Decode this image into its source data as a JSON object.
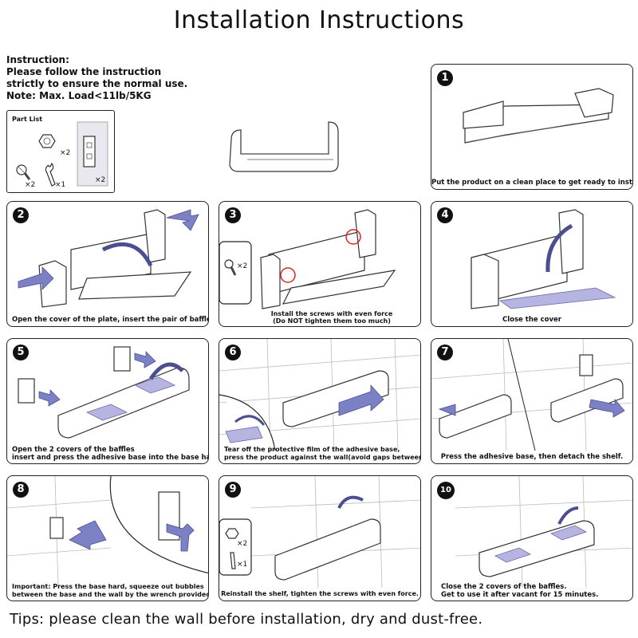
{
  "title": "Installation Instructions",
  "intro": {
    "line1": "Instruction:",
    "line2": "Please follow the instruction",
    "line3": "strictly to ensure the normal use.",
    "line4": "Note: Max. Load<11lb/5KG"
  },
  "parts": {
    "label": "Part List",
    "nut_qty": "×2",
    "screw_qty": "×2",
    "wrench_qty": "×1",
    "plate_qty": "×2"
  },
  "steps": [
    {
      "num": "1",
      "caption": "Put the product on a clean place to get ready to install"
    },
    {
      "num": "2",
      "caption": "Open the cover of the plate, insert the pair of baffles"
    },
    {
      "num": "3",
      "caption_line1": "Install the screws with even force",
      "caption_line2": "(Do NOT tighten them too much)",
      "screw_qty": "×2"
    },
    {
      "num": "4",
      "caption": "Close the cover"
    },
    {
      "num": "5",
      "caption_line1": "Open the 2 covers of the baffles",
      "caption_line2": "insert and press the adhesive base into the base hard"
    },
    {
      "num": "6",
      "caption_line1": "Tear off the protective film of the adhesive base,",
      "caption_line2": "press the product against the wall(avoid gaps between tiles)"
    },
    {
      "num": "7",
      "caption": "Press the adhesive base, then detach the shelf."
    },
    {
      "num": "8",
      "caption_line1": "Important: Press the base hard, squeeze out bubbles",
      "caption_line2": "between the base and the wall by the wrench provided."
    },
    {
      "num": "9",
      "caption": "Reinstall the shelf, tighten the screws with even force.",
      "nut_qty": "×2",
      "wrench_qty": "×1"
    },
    {
      "num": "10",
      "caption_line1": "Close the 2 covers of the baffles.",
      "caption_line2": "Get to use it after vacant for 15 minutes."
    }
  ],
  "tips": "Tips: please clean the wall before installation, dry and dust-free.",
  "colors": {
    "accent": "#7c80c4",
    "film": "#b6b4e0",
    "highlight": "#d22222"
  }
}
